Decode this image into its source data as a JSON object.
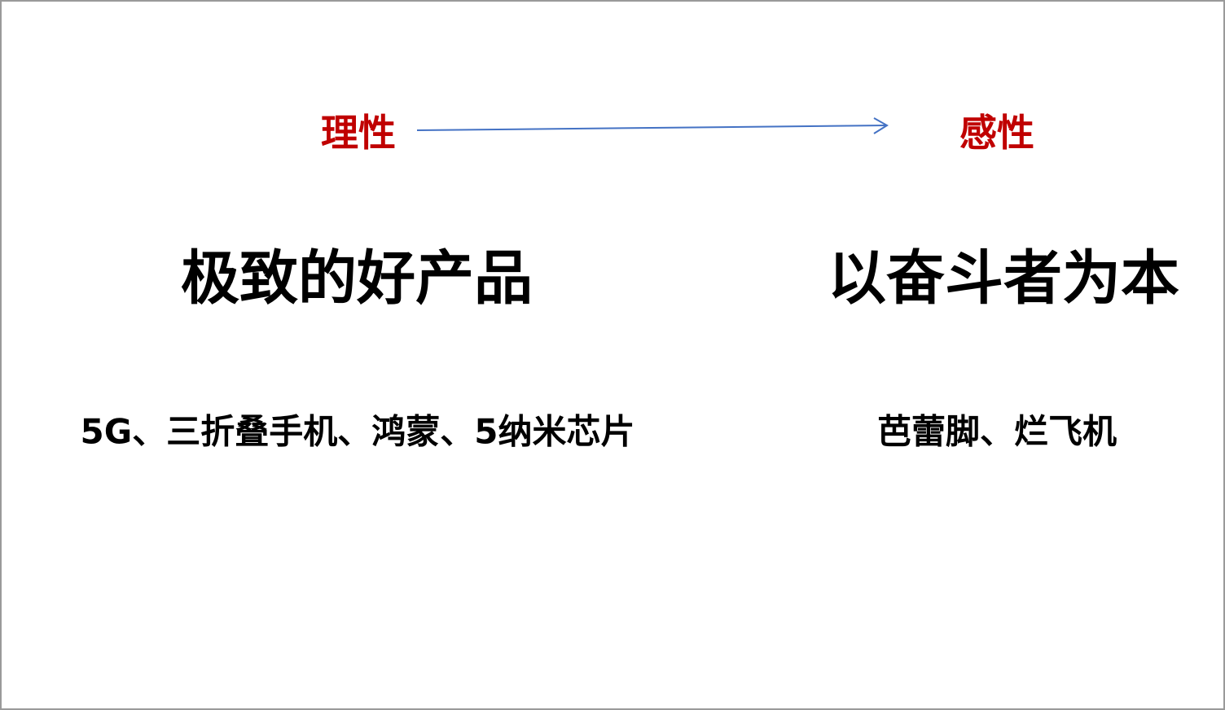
{
  "slide": {
    "left_label": "理性",
    "right_label": "感性",
    "left_title": "极致的好产品",
    "right_title": "以奋斗者为本",
    "left_examples": "5G、三折叠手机、鸿蒙、5纳米芯片",
    "right_examples": "芭蕾脚、烂飞机"
  },
  "colors": {
    "label": "#c00000",
    "arrow": "#4472c4",
    "text": "#000000"
  }
}
